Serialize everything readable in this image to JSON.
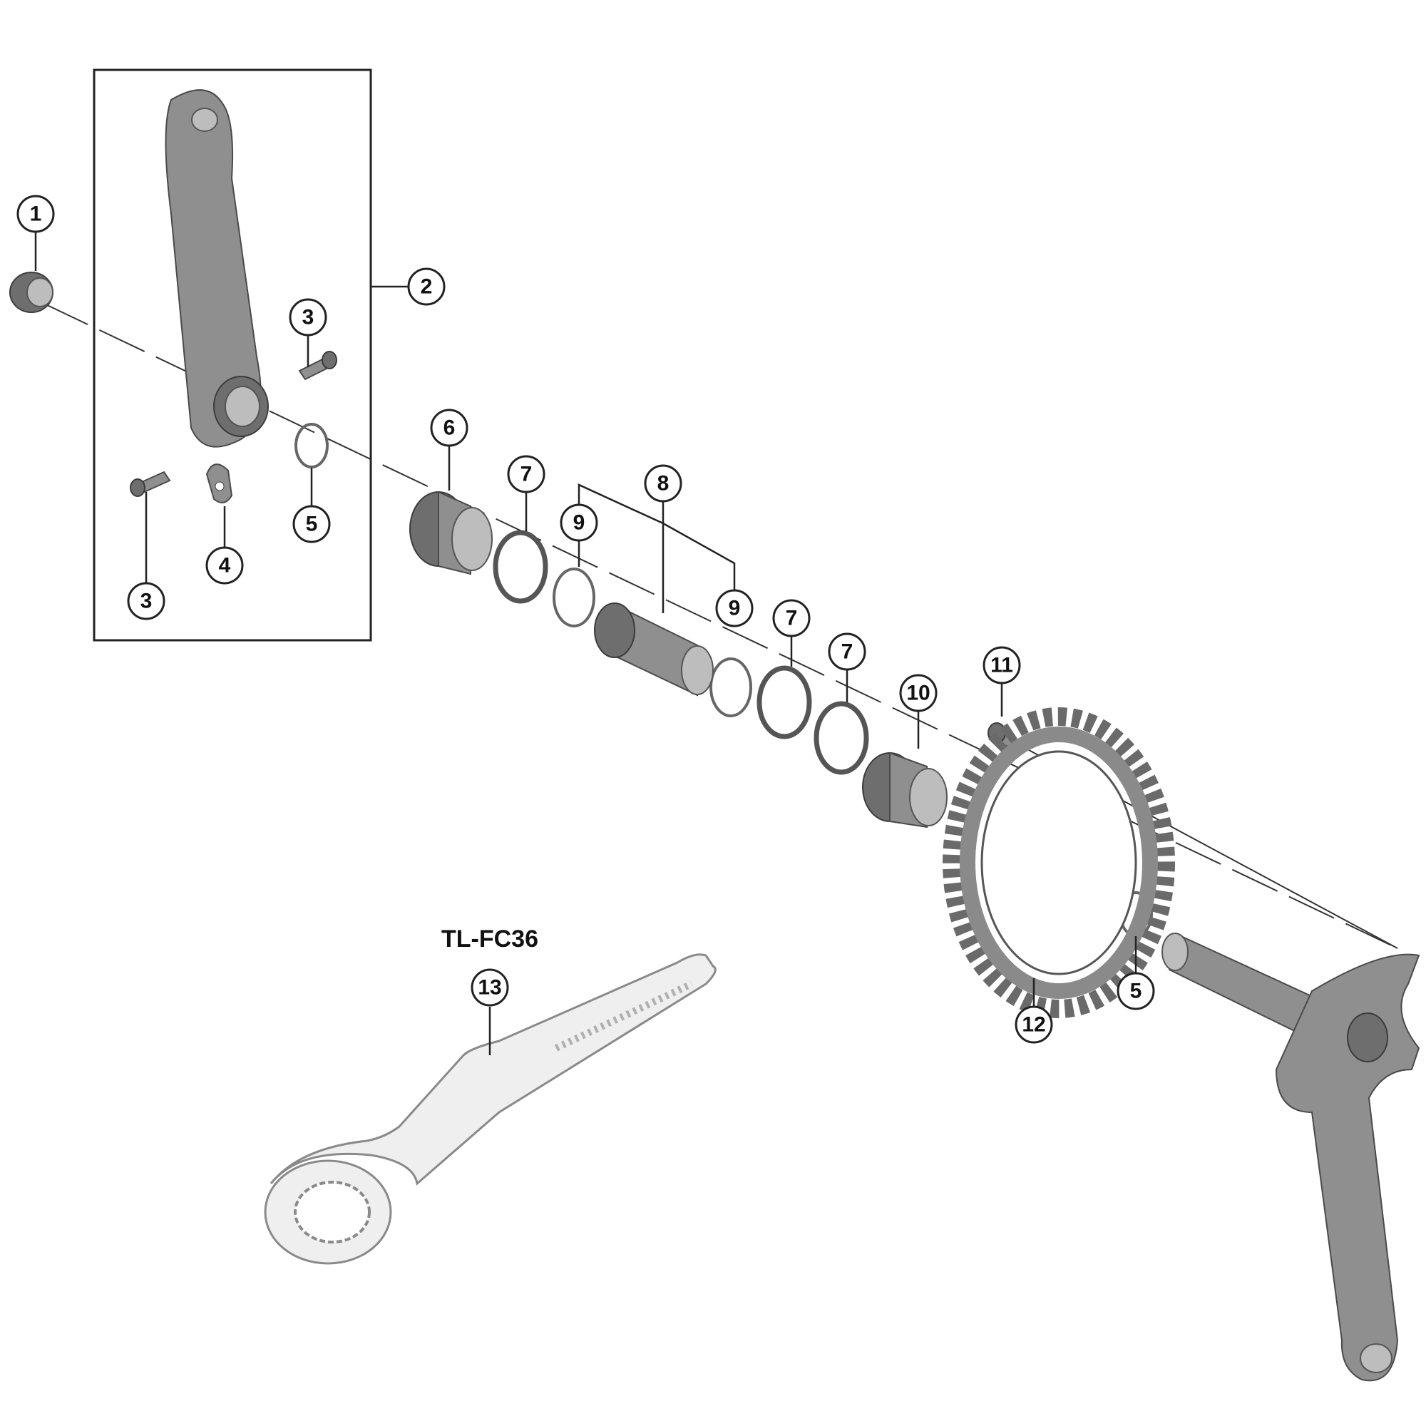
{
  "callouts": {
    "c1": "1",
    "c2": "2",
    "c3a": "3",
    "c3b": "3",
    "c4": "4",
    "c5a": "5",
    "c5b": "5",
    "c6": "6",
    "c7a": "7",
    "c7b": "7",
    "c7c": "7",
    "c8": "8",
    "c9a": "9",
    "c9b": "9",
    "c10": "10",
    "c11": "11",
    "c12": "12",
    "c13": "13"
  },
  "tool": {
    "model": "TL-FC36"
  },
  "colors": {
    "part_gray": "#8f8f8f",
    "outline": "#222222",
    "background": "#ffffff"
  }
}
